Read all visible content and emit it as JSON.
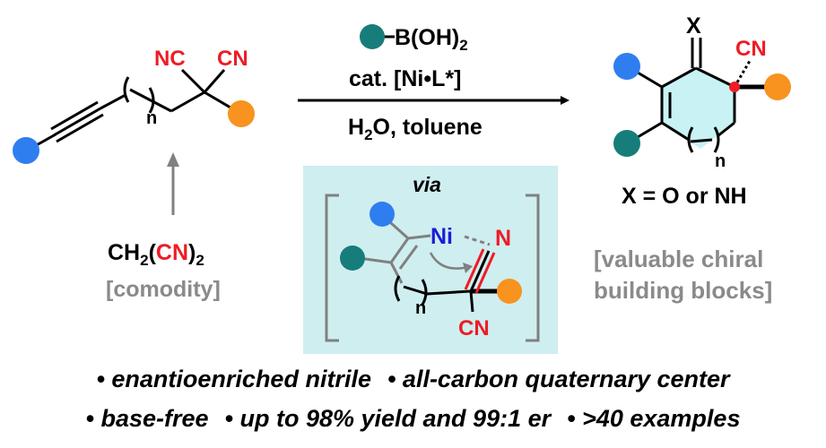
{
  "colors": {
    "blue": "#2f7ef0",
    "orange": "#f7931e",
    "teal": "#177d7b",
    "red": "#ee1c25",
    "gray": "#8a8a8a",
    "via_box": "#cfeef0",
    "ring_fill": "#c8f2f4"
  },
  "substrate": {
    "nc_label": "NC",
    "cn_label": "CN",
    "n_label": "n"
  },
  "feedstock": {
    "formula_main": "CH",
    "formula_sub": "2",
    "formula_paren_open": "(",
    "formula_cn": "CN",
    "formula_paren_close": ")",
    "formula_sub2": "2",
    "note": "[comodity]"
  },
  "reagents": {
    "boronic": "B(OH)",
    "boronic_sub": "2",
    "catalyst": "cat. [Ni•L*]",
    "solvent_h": "H",
    "solvent_sub": "2",
    "solvent_rest": "O, toluene"
  },
  "intermediate": {
    "via": "via",
    "ni": "Ni",
    "n_atom": "N",
    "n_label": "n",
    "cn_label": "CN"
  },
  "product": {
    "x_atom": "X",
    "cn_label": "CN",
    "n_label": "n",
    "caption": "X = O or NH",
    "note_line1": "[valuable chiral",
    "note_line2": "building blocks]"
  },
  "features_row1": [
    "• enantioenriched nitrile",
    "• all-carbon quaternary center"
  ],
  "features_row2": [
    "• base-free",
    "• up to 98% yield and 99:1 er",
    "• >40 examples"
  ]
}
